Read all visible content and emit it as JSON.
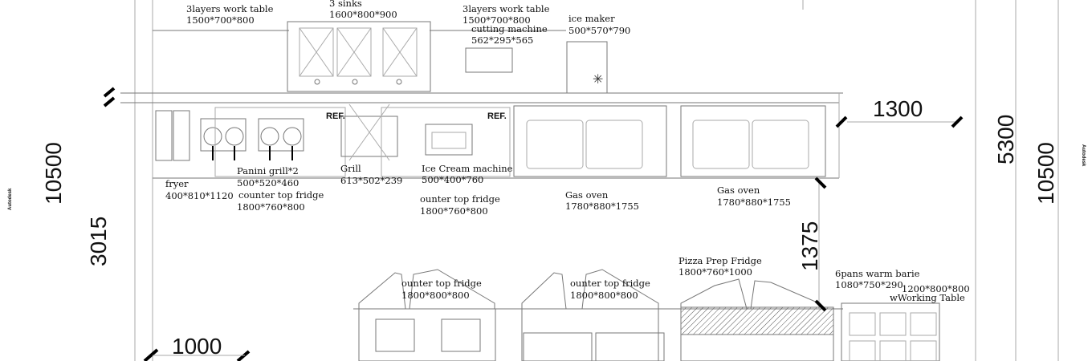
{
  "watermark": "Autodesk",
  "dimensions": {
    "left_total": "10500",
    "left_sub": "3015",
    "right_inner": "5300",
    "right_total": "10500",
    "top_right": "1300",
    "vertical_mid": "1375",
    "bottom_left": "1000"
  },
  "ref_label": "REF.",
  "equipment": [
    {
      "name": "3layers work table",
      "size": "1500*700*800"
    },
    {
      "name": "3 sinks",
      "size": "1600*800*900"
    },
    {
      "name": "3layers work table",
      "size": "1500*700*800"
    },
    {
      "name": "cutting machine",
      "size": "562*295*565"
    },
    {
      "name": "ice maker",
      "size": "500*570*790"
    },
    {
      "name": "fryer",
      "size": "400*810*1120"
    },
    {
      "name": "Panini grill*2",
      "size": "500*520*460"
    },
    {
      "name": "counter top fridge",
      "size": "1800*760*800"
    },
    {
      "name": "Grill",
      "size": "613*502*239"
    },
    {
      "name": "Ice Cream machine",
      "size": "500*400*760"
    },
    {
      "name": "ounter top fridge",
      "size": "1800*760*800"
    },
    {
      "name": "Gas oven",
      "size": "1780*880*1755"
    },
    {
      "name": "Gas oven",
      "size": "1780*880*1755"
    },
    {
      "name": "ounter top fridge",
      "size": "1800*800*800"
    },
    {
      "name": "ounter top fridge",
      "size": "1800*800*800"
    },
    {
      "name": "Pizza Prep Fridge",
      "size": "1800*760*1000"
    },
    {
      "name": "6pans warm  barie",
      "size": "1080*750*290"
    },
    {
      "name": "wWorking Table",
      "size": "1200*800*800"
    }
  ]
}
